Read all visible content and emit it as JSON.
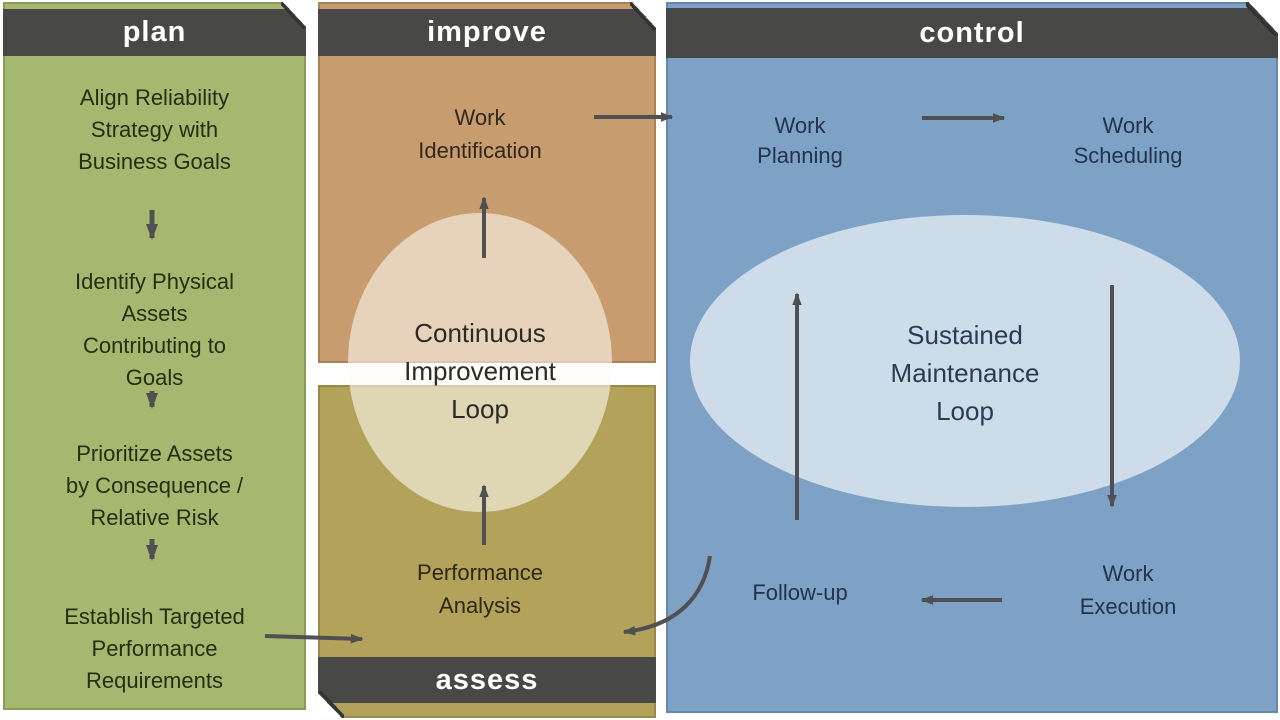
{
  "columns": {
    "plan": {
      "header": "plan",
      "steps": [
        {
          "label": "Align Reliability\nStrategy with\nBusiness Goals"
        },
        {
          "label": "Identify Physical\nAssets\nContributing to\nGoals"
        },
        {
          "label": "Prioritize Assets\nby Consequence /\nRelative Risk"
        },
        {
          "label": "Establish Targeted\nPerformance\nRequirements"
        }
      ]
    },
    "improve": {
      "header": "improve",
      "nodes": [
        {
          "label": "Work\nIdentification"
        }
      ],
      "loop_label": "Continuous\nImprovement\nLoop"
    },
    "assess": {
      "header": "assess",
      "nodes": [
        {
          "label": "Performance\nAnalysis"
        }
      ]
    },
    "control": {
      "header": "control",
      "nodes": [
        {
          "label": "Work\nPlanning"
        },
        {
          "label": "Work\nScheduling"
        },
        {
          "label": "Work\nExecution"
        },
        {
          "label": "Follow-up"
        }
      ],
      "loop_label": "Sustained\nMaintenance\nLoop"
    }
  },
  "edges": [
    {
      "from": "align-reliability-strategy",
      "to": "identify-physical-assets"
    },
    {
      "from": "identify-physical-assets",
      "to": "prioritize-assets"
    },
    {
      "from": "prioritize-assets",
      "to": "establish-targeted-performance"
    },
    {
      "from": "establish-targeted-performance",
      "to": "assess-panel"
    },
    {
      "from": "performance-analysis",
      "to": "continuous-improvement-loop"
    },
    {
      "from": "continuous-improvement-loop",
      "to": "work-identification"
    },
    {
      "from": "work-identification",
      "to": "work-planning"
    },
    {
      "from": "work-planning",
      "to": "work-scheduling"
    },
    {
      "from": "work-scheduling",
      "to": "work-execution"
    },
    {
      "from": "work-execution",
      "to": "follow-up"
    },
    {
      "from": "follow-up",
      "to": "work-planning"
    },
    {
      "from": "follow-up",
      "to": "assess-panel"
    }
  ],
  "colors": {
    "plan_bg": "#a6b76f",
    "improve_bg": "#c79c6e",
    "assess_bg": "#b3a35a",
    "control_bg": "#7ea2c6",
    "header_bar": "#484846",
    "header_text": "#ffffff",
    "arrow": "#4e5052",
    "improve_loop_fill": "rgba(255,252,244,0.58)",
    "control_loop_fill": "rgba(255,255,255,0.62)"
  }
}
